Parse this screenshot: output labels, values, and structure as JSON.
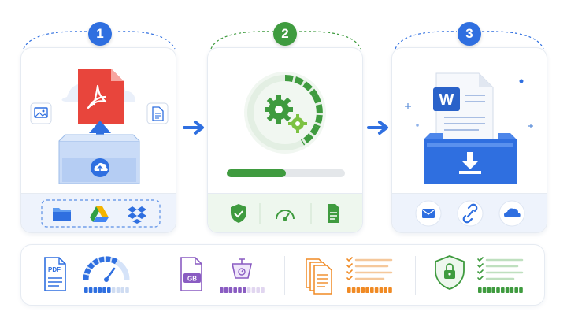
{
  "steps": [
    {
      "number": "1",
      "color": "#2f6fe0"
    },
    {
      "number": "2",
      "color": "#3f9b3f"
    },
    {
      "number": "3",
      "color": "#2f6fe0"
    }
  ],
  "step1": {
    "main_file_icon": "pdf-icon",
    "side_icons": [
      "image-file-icon",
      "document-file-icon"
    ],
    "sources": [
      "folder-icon",
      "google-drive-icon",
      "dropbox-icon"
    ]
  },
  "step2": {
    "progress": 0.5,
    "footer_icons": [
      "shield-check-icon",
      "speedometer-icon",
      "document-icon"
    ]
  },
  "step3": {
    "word_badge": "W",
    "share_icons": [
      "email-icon",
      "link-icon",
      "cloud-icon"
    ]
  },
  "features": [
    {
      "icon": "pdf-file-icon",
      "badge": "PDF",
      "meter": "gauge-icon",
      "level": 0.6
    },
    {
      "icon": "file-size-icon",
      "badge": "GB",
      "meter": "scale-icon",
      "level": 0.6
    },
    {
      "icon": "multiple-files-icon",
      "meter": "checklist-icon",
      "level": 1.0
    },
    {
      "icon": "security-lock-icon",
      "meter": "checklist-icon",
      "level": 1.0
    }
  ],
  "colors": {
    "blue": "#2f6fe0",
    "green": "#3f9b3f",
    "orange": "#f08a24",
    "purple": "#8a5cc2",
    "pdf_red": "#e8453c",
    "word_blue": "#2a62c9"
  }
}
